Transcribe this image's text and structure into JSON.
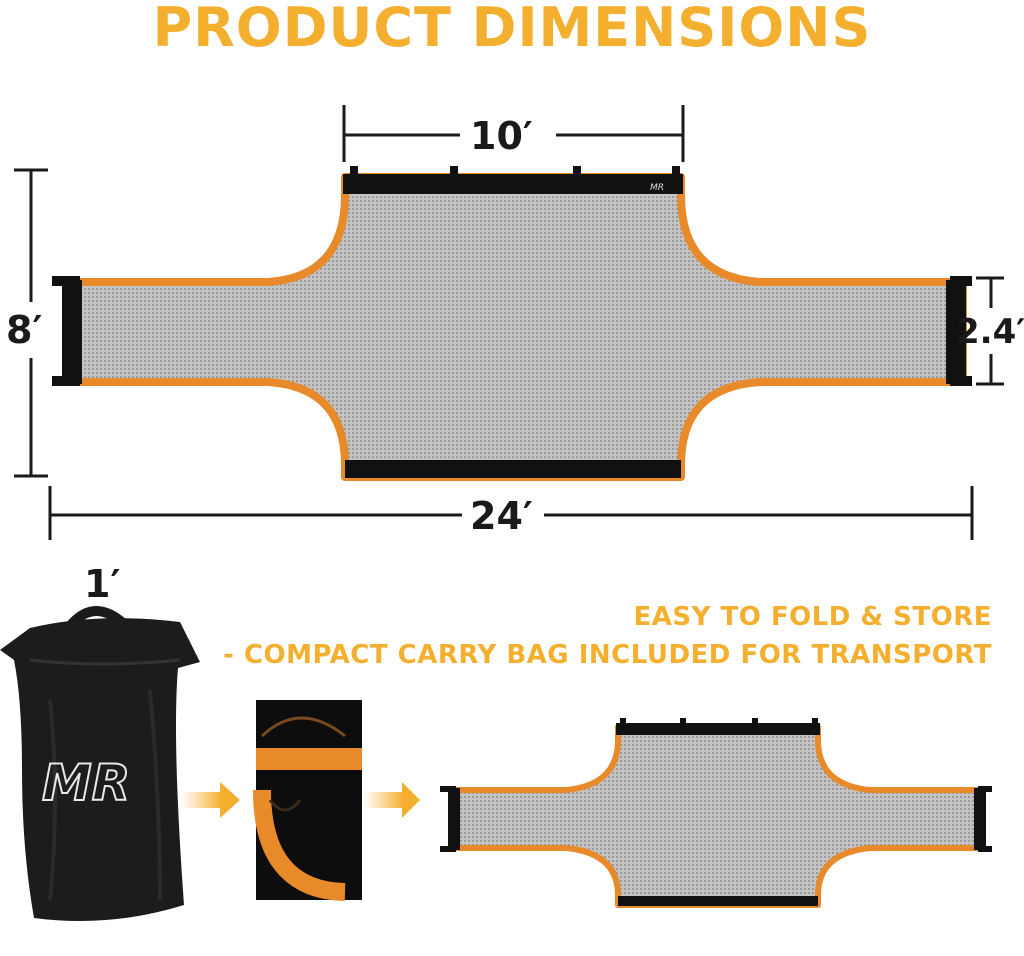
{
  "header": {
    "title": "PRODUCT DIMENSIONS"
  },
  "dimensions": {
    "top_width": "10′",
    "height": "8′",
    "end_height": "2.4′",
    "total_length": "24′",
    "bag_width": "1′"
  },
  "info": {
    "line1": "EASY TO FOLD & STORE",
    "line2": "- COMPACT CARRY BAG INCLUDED FOR TRANSPORT"
  },
  "colors": {
    "accent": "#F5AF2E",
    "trim": "#E8892A",
    "mesh": "#B8B8B8",
    "webbing": "#111111",
    "dim_line": "#1a1a1a"
  },
  "icons": {
    "bag": "carry-bag-icon",
    "folded": "folded-net-icon",
    "arrow": "arrow-right-icon"
  }
}
